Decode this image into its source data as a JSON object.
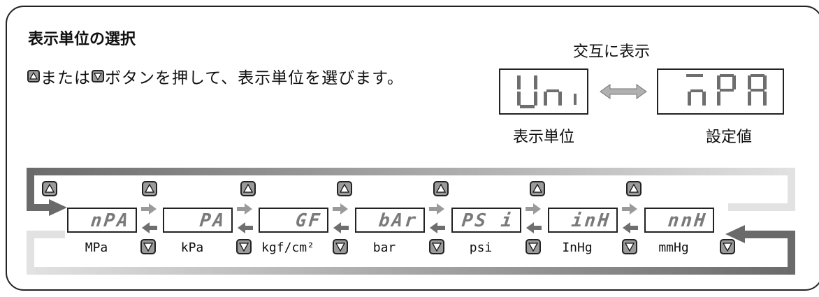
{
  "header": {
    "title": "表示単位の選択",
    "instruction_pre": "",
    "instruction_mid": "または",
    "instruction_post": "ボタンを押して、表示単位を選びます。"
  },
  "alternating": {
    "label": "交互に表示",
    "left_display": "Un i",
    "left_caption": "表示単位",
    "right_display": "nPA",
    "right_caption": "設定値"
  },
  "cycle": {
    "items": [
      {
        "display": "nPA",
        "label": "MPa"
      },
      {
        "display": "PA",
        "label": "kPa"
      },
      {
        "display": "GF",
        "label": "kgf/cm²"
      },
      {
        "display": "bAr",
        "label": "bar"
      },
      {
        "display": "PS i",
        "label": "psi"
      },
      {
        "display": "inH",
        "label": "InHg"
      },
      {
        "display": "nnH",
        "label": "mmHg"
      }
    ]
  },
  "icons": {
    "up_button": "up-triangle-button-icon",
    "down_button": "down-triangle-button-icon",
    "bidirectional_arrow": "left-right-arrow-icon"
  },
  "colors": {
    "button_fill": "#9a9a9a",
    "loop_light": "#d0d0d0",
    "loop_dark": "#6e6e6e",
    "segment": "#7a7a7a"
  }
}
